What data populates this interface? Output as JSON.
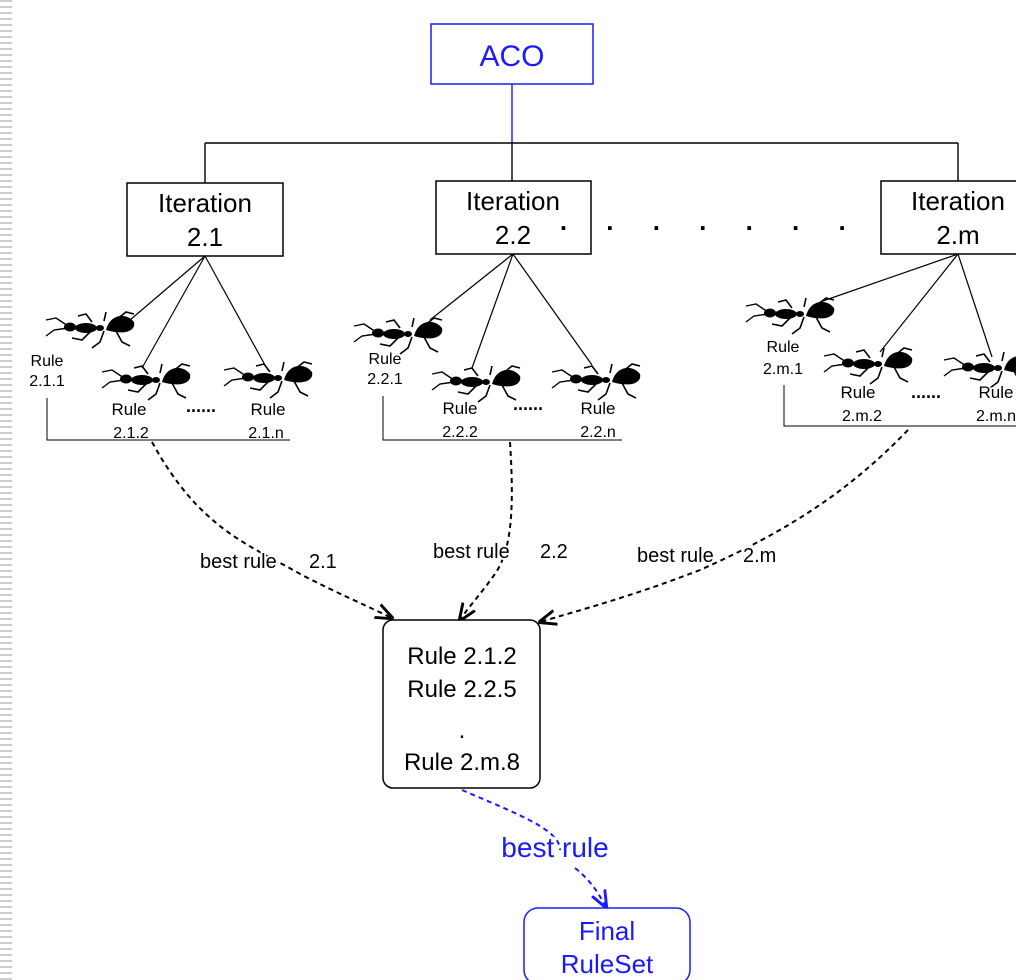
{
  "colors": {
    "accent": "#1a1aff",
    "ink": "#000000",
    "margin_texture": "#cccccc"
  },
  "root": {
    "label": "ACO"
  },
  "iterations": [
    {
      "line1": "Iteration",
      "line2": "2.1",
      "ants": [
        {
          "line1": "Rule",
          "line2": "2.1.1"
        },
        {
          "line1": "Rule",
          "line2": "2.1.2"
        },
        {
          "line1": "Rule",
          "line2": "2.1.n"
        }
      ],
      "ellipsis": "......",
      "best_rule": "best rule",
      "best_rule_id": "2.1"
    },
    {
      "line1": "Iteration",
      "line2": "2.2",
      "ants": [
        {
          "line1": "Rule",
          "line2": "2.2.1"
        },
        {
          "line1": "Rule",
          "line2": "2.2.2"
        },
        {
          "line1": "Rule",
          "line2": "2.2.n"
        }
      ],
      "ellipsis": "......",
      "best_rule": "best rule",
      "best_rule_id": "2.2"
    },
    {
      "line1": "Iteration",
      "line2": "2.m",
      "ants": [
        {
          "line1": "Rule",
          "line2": "2.m.1"
        },
        {
          "line1": "Rule",
          "line2": "2.m.2"
        },
        {
          "line1": "Rule",
          "line2": "2.m.n"
        }
      ],
      "ellipsis": "......",
      "best_rule": "best rule",
      "best_rule_id": "2.m"
    }
  ],
  "iteration_dots": ". . . . . . . .",
  "collected_rules": {
    "lines": [
      "Rule 2.1.2",
      "Rule 2.2.5",
      ".",
      "Rule 2.m.8"
    ]
  },
  "final_best_rule": "best rule",
  "final_ruleset": {
    "line1": "Final",
    "line2": "RuleSet"
  }
}
